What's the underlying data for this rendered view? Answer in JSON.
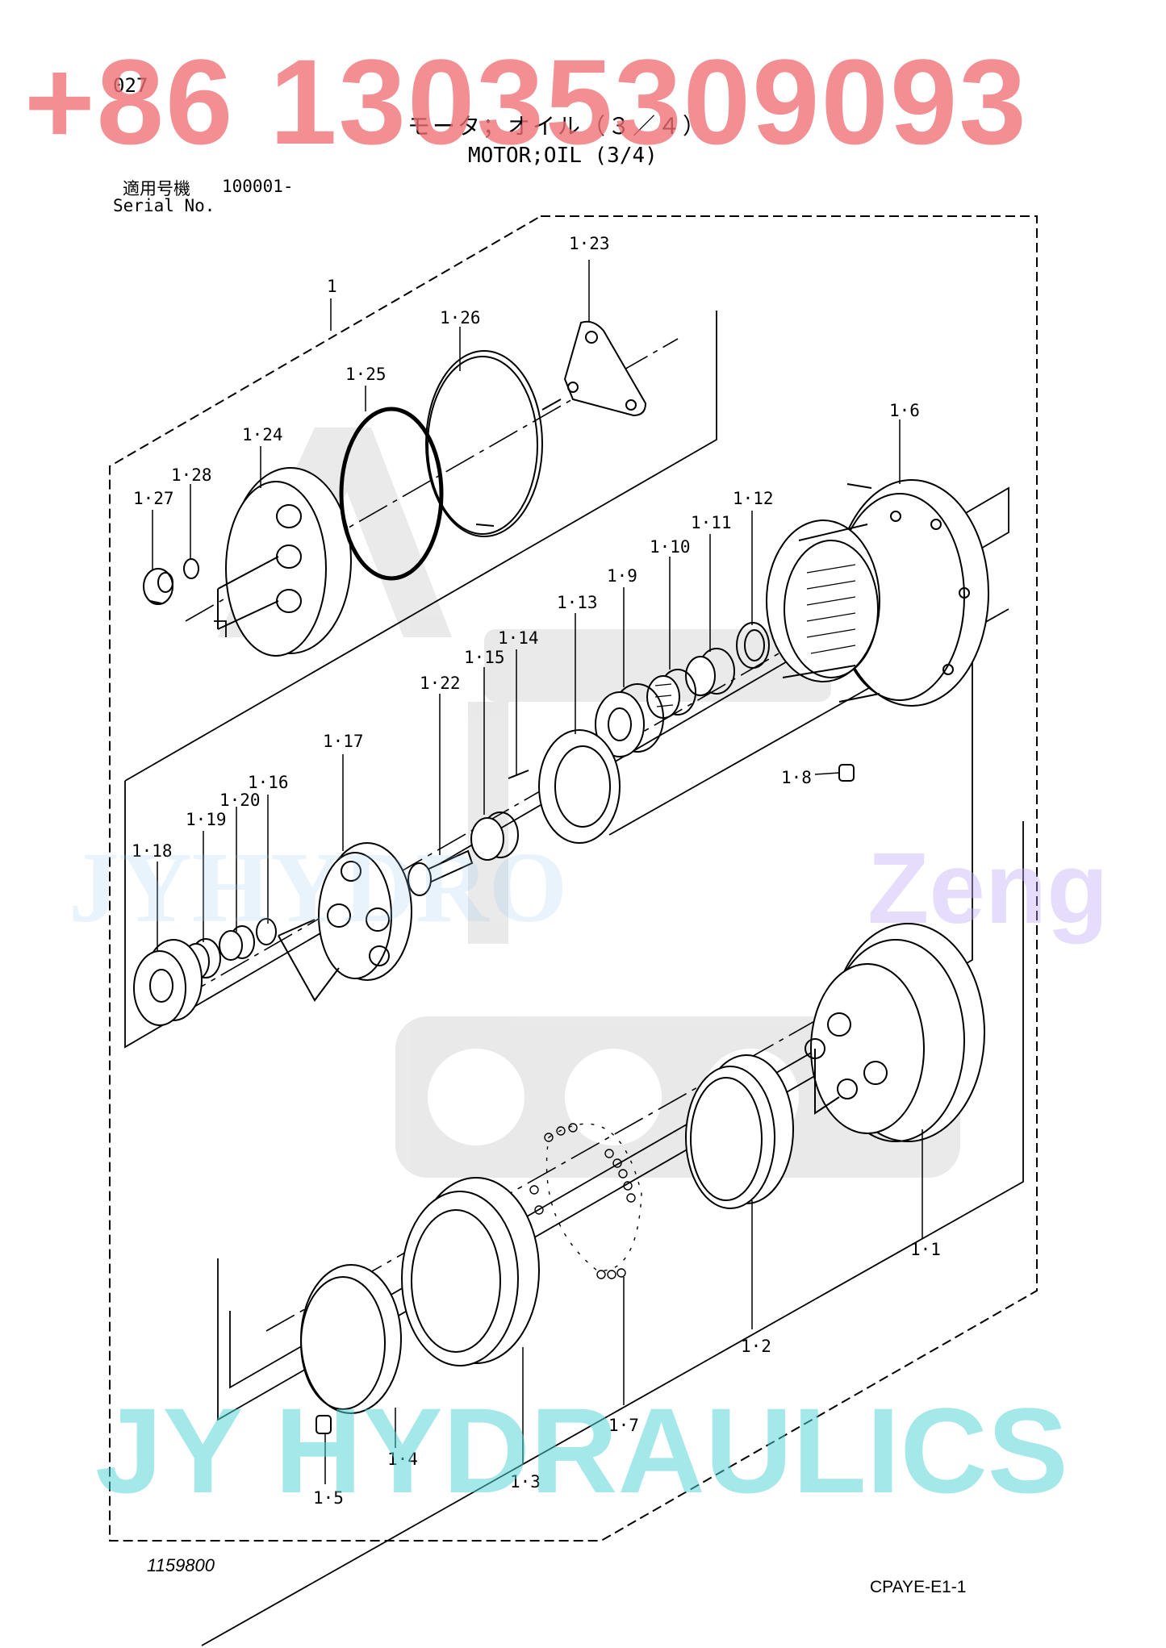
{
  "header": {
    "page_code": "027",
    "title_jp": "モータ；オイル（３／４）",
    "title_en": "MOTOR;OIL (3/4)",
    "serial_label_jp": "適用号機",
    "serial_number": "100001-",
    "serial_label_en": "Serial No."
  },
  "footer": {
    "drawing_number": "1159800",
    "sheet_code": "CPAYE-E1-1"
  },
  "callouts": [
    {
      "id": "c1",
      "label": "1"
    },
    {
      "id": "c1-23",
      "label": "1·23"
    },
    {
      "id": "c1-26",
      "label": "1·26"
    },
    {
      "id": "c1-25",
      "label": "1·25"
    },
    {
      "id": "c1-24",
      "label": "1·24"
    },
    {
      "id": "c1-28",
      "label": "1·28"
    },
    {
      "id": "c1-27",
      "label": "1·27"
    },
    {
      "id": "c1-6",
      "label": "1·6"
    },
    {
      "id": "c1-12",
      "label": "1·12"
    },
    {
      "id": "c1-11",
      "label": "1·11"
    },
    {
      "id": "c1-10",
      "label": "1·10"
    },
    {
      "id": "c1-9",
      "label": "1·9"
    },
    {
      "id": "c1-13",
      "label": "1·13"
    },
    {
      "id": "c1-14",
      "label": "1·14"
    },
    {
      "id": "c1-15",
      "label": "1·15"
    },
    {
      "id": "c1-22",
      "label": "1·22"
    },
    {
      "id": "c1-17",
      "label": "1·17"
    },
    {
      "id": "c1-16",
      "label": "1·16"
    },
    {
      "id": "c1-20",
      "label": "1·20"
    },
    {
      "id": "c1-19",
      "label": "1·19"
    },
    {
      "id": "c1-18",
      "label": "1·18"
    },
    {
      "id": "c1-8",
      "label": "1·8"
    },
    {
      "id": "c1-1",
      "label": "1·1"
    },
    {
      "id": "c1-2",
      "label": "1·2"
    },
    {
      "id": "c1-7",
      "label": "1·7"
    },
    {
      "id": "c1-3",
      "label": "1·3"
    },
    {
      "id": "c1-4",
      "label": "1·4"
    },
    {
      "id": "c1-5",
      "label": "1·5"
    }
  ],
  "watermarks": {
    "phone": "+86 13035309093",
    "brand_left": "JYHYDRO",
    "brand_right": "Zeng",
    "footer_brand": "JY HYDRAULICS"
  },
  "colors": {
    "line": "#000000",
    "phone_watermark": "#f06e73",
    "footer_watermark": "#50d2d7",
    "brand_watermark": "#beaaf5"
  }
}
